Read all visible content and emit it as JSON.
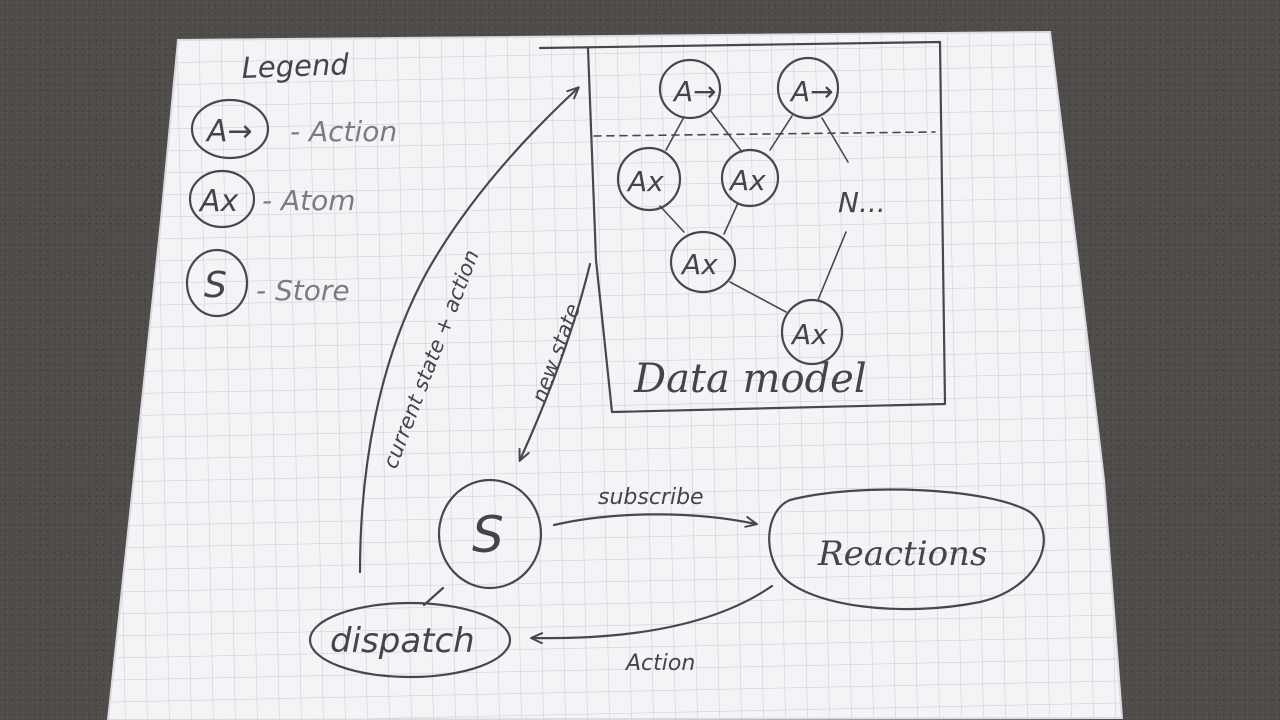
{
  "legend": {
    "title": "Legend",
    "items": [
      {
        "symbol": "A→",
        "label": "- Action",
        "meaning": "action"
      },
      {
        "symbol": "Ax",
        "label": "- Atom",
        "meaning": "atom"
      },
      {
        "symbol": "S",
        "label": "- Store",
        "meaning": "store"
      }
    ]
  },
  "data_model": {
    "title": "Data model",
    "action_nodes": [
      "A→",
      "A→"
    ],
    "atom_nodes": [
      "Ax",
      "Ax",
      "Ax",
      "Ax"
    ],
    "more_label": "N..."
  },
  "flow": {
    "store_label": "S",
    "dispatch_label": "dispatch",
    "reactions_label": "Reactions",
    "arrow_current_state": "current state + action",
    "arrow_new_state": "new state",
    "arrow_subscribe": "subscribe",
    "arrow_action": "Action"
  },
  "colors": {
    "paper": "#f4f4f6",
    "grid": "#c9cfd9",
    "ink": "#4a4650",
    "background": "#4f4c4a"
  }
}
